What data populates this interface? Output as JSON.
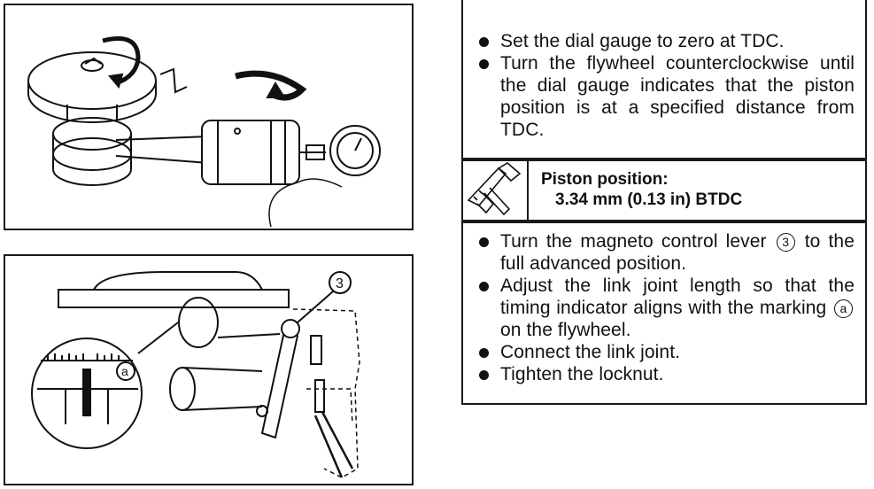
{
  "figures": {
    "linkage": {
      "callout_lever": "3",
      "callout_marking": "a"
    }
  },
  "instructions_top": [
    "Set the dial gauge to zero at TDC.",
    "Turn the flywheel counterclockwise until the dial gauge indicates that the piston position is at a specified distance from TDC."
  ],
  "spec": {
    "icon": "caliper-icon",
    "label": "Piston position:",
    "value": "3.34 mm (0.13 in) BTDC"
  },
  "instructions_bottom": {
    "item1_pre": "Turn the magneto control lever",
    "item1_ref": "3",
    "item1_post": "to the full advanced position.",
    "item2_pre": "Adjust the link joint length so that the timing indicator aligns with the marking",
    "item2_ref": "a",
    "item2_post": "on the flywheel.",
    "item3": "Connect the link joint.",
    "item4": "Tighten the locknut."
  }
}
